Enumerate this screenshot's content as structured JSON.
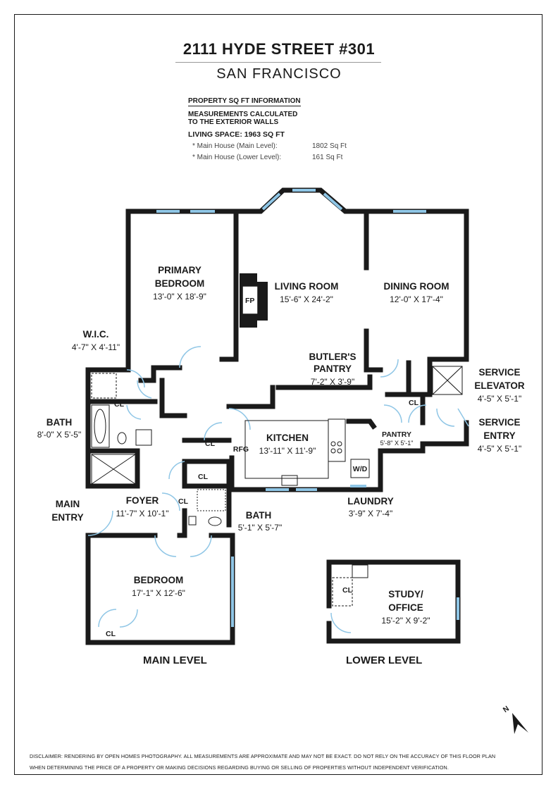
{
  "header": {
    "address": "2111 HYDE STREET #301",
    "city": "SAN FRANCISCO"
  },
  "sqft_info": {
    "heading": "PROPERTY SQ FT INFORMATION",
    "note_line1": "MEASUREMENTS CALCULATED",
    "note_line2": "TO THE EXTERIOR WALLS",
    "living_space": "LIVING SPACE: 1963 SQ FT",
    "items": [
      {
        "label": "*   Main House (Main Level):",
        "value": "1802 Sq Ft"
      },
      {
        "label": "*   Main House (Lower Level):",
        "value": "161 Sq Ft"
      }
    ]
  },
  "rooms": {
    "primary_bedroom": {
      "name1": "PRIMARY",
      "name2": "BEDROOM",
      "dim": "13'-0\" X 18'-9\""
    },
    "living_room": {
      "name": "LIVING ROOM",
      "dim": "15'-6\" X 24'-2\""
    },
    "dining_room": {
      "name": "DINING ROOM",
      "dim": "12'-0\" X 17'-4\""
    },
    "wic": {
      "name": "W.I.C.",
      "dim": "4'-7\" X 4'-11\""
    },
    "butlers_pantry": {
      "name1": "BUTLER'S",
      "name2": "PANTRY",
      "dim": "7'-2\" X 3'-9\""
    },
    "service_elevator": {
      "name1": "SERVICE",
      "name2": "ELEVATOR",
      "dim": "4'-5\" X 5'-1\""
    },
    "bath_main": {
      "name": "BATH",
      "dim": "8'-0\" X 5'-5\""
    },
    "kitchen": {
      "name": "KITCHEN",
      "dim": "13'-11\" X 11'-9\""
    },
    "pantry": {
      "name": "PANTRY",
      "dim": "5'-8\" X 5'-1\""
    },
    "service_entry": {
      "name1": "SERVICE",
      "name2": "ENTRY",
      "dim": "4'-5\" X 5'-1\""
    },
    "main_entry": {
      "name1": "MAIN",
      "name2": "ENTRY"
    },
    "foyer": {
      "name": "FOYER",
      "dim": "11'-7\" X 10'-1\""
    },
    "laundry": {
      "name": "LAUNDRY",
      "dim": "3'-9\" X 7'-4\""
    },
    "bath_2": {
      "name": "BATH",
      "dim": "5'-1\" X 5'-7\""
    },
    "bedroom": {
      "name": "BEDROOM",
      "dim": "17'-1\" X 12'-6\""
    },
    "study": {
      "name1": "STUDY/",
      "name2": "OFFICE",
      "dim": "15'-2\" X 9'-2\""
    }
  },
  "fixtures": {
    "fp": "FP",
    "cl": "CL",
    "rfg": "RFG",
    "wd": "W/D"
  },
  "levels": {
    "main": "MAIN LEVEL",
    "lower": "LOWER LEVEL"
  },
  "compass": {
    "label": "N"
  },
  "disclaimer": {
    "line1": "DISCLAIMER: RENDERING BY OPEN HOMES PHOTOGRAPHY. ALL MEASUREMENTS ARE APPROXIMATE AND MAY NOT BE EXACT. DO NOT RELY ON THE ACCURACY OF THIS FLOOR PLAN",
    "line2": "WHEN DETERMINING THE PRICE OF A PROPERTY OR MAKING DECISIONS REGARDING BUYING OR SELLING OF PROPERTIES WITHOUT INDEPENDENT VERIFICATION."
  },
  "colors": {
    "wall": "#1a1a1a",
    "window": "#8fc6e6"
  }
}
